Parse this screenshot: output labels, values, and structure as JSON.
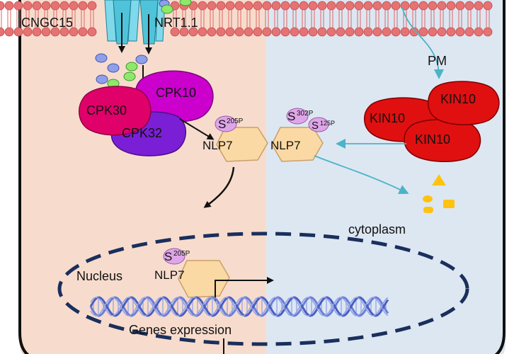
{
  "labels": {
    "cngc15": "CNGC15",
    "nrt11": "NRT1.1",
    "pm": "PM",
    "cpk30": "CPK30",
    "cpk10": "CPK10",
    "cpk32": "CPK32",
    "kin10_top": "KIN10",
    "kin10_left": "KIN10",
    "kin10_bottom": "KIN10",
    "nlp7_left": "NLP7",
    "nlp7_right": "NLP7",
    "nlp7_nucleus": "NLP7",
    "s205_left_s": "S",
    "s205_left_num": "205P",
    "s205_nucleus_s": "S",
    "s205_nucleus_num": "205P",
    "s302_s": "S",
    "s302_num": "302P",
    "s125_s": "S",
    "s125_num": "125P",
    "cytoplasm": "cytoplasm",
    "nucleus": "Nucleus",
    "genes_expression": "Genes expression"
  },
  "colors": {
    "left_bg": "#f7dccd",
    "right_bg": "#dde7f2",
    "membrane": "#e57373",
    "cpk30": "#e0006a",
    "cpk10": "#cc00cc",
    "cpk32": "#7a1fd6",
    "kin10": "#e01010",
    "nlp7": "#fbd9a4",
    "phospho": "#dea6e8",
    "arrow_blue": "#4bb4c6",
    "ion_blue": "#8fa0e8",
    "ion_green": "#8ee86a",
    "channel": "#4fc3d9",
    "dna": "#6a7fd6",
    "degradation": "#ffc30f"
  }
}
